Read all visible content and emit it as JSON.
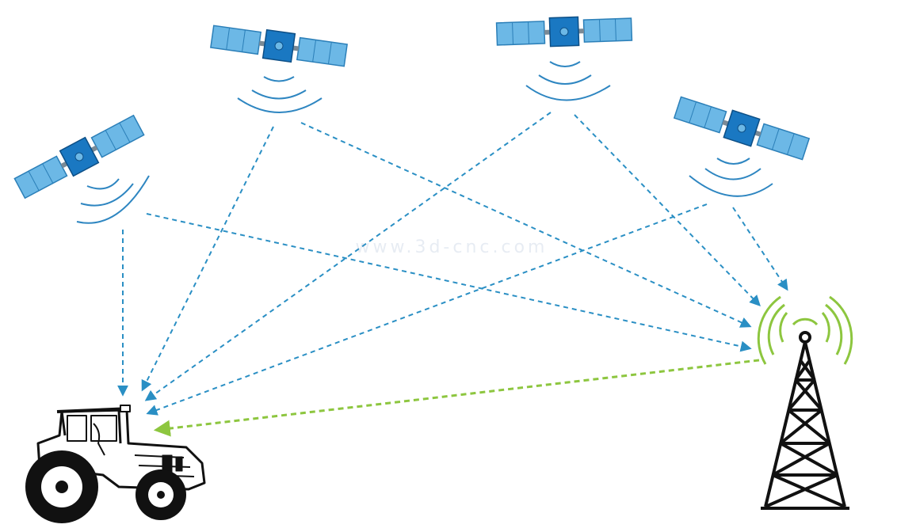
{
  "colors": {
    "satellite_link": "#2a8fc4",
    "ground_link": "#8dc63f",
    "panel_fill": "#6cb8e6",
    "panel_stroke": "#2b7fb8",
    "body_fill": "#1a78c2",
    "body_stroke": "#0d4f86",
    "wave": "#2e86c1",
    "tower_wave": "#8dc63f",
    "outline": "#111111"
  },
  "nodes": {
    "satellites": [
      "satellite-1",
      "satellite-2",
      "satellite-3",
      "satellite-4"
    ],
    "tractor": "tractor",
    "tower": "base-station-tower"
  },
  "links": [
    {
      "from": "satellite-1",
      "to": "tractor",
      "kind": "satellite"
    },
    {
      "from": "satellite-1",
      "to": "base-station-tower",
      "kind": "satellite"
    },
    {
      "from": "satellite-2",
      "to": "tractor",
      "kind": "satellite"
    },
    {
      "from": "satellite-2",
      "to": "base-station-tower",
      "kind": "satellite"
    },
    {
      "from": "satellite-3",
      "to": "tractor",
      "kind": "satellite"
    },
    {
      "from": "satellite-3",
      "to": "base-station-tower",
      "kind": "satellite"
    },
    {
      "from": "satellite-4",
      "to": "tractor",
      "kind": "satellite"
    },
    {
      "from": "satellite-4",
      "to": "base-station-tower",
      "kind": "satellite"
    },
    {
      "from": "base-station-tower",
      "to": "tractor",
      "kind": "ground"
    }
  ],
  "watermark": {
    "line1": "",
    "line2": "www.3d-cnc.com"
  }
}
